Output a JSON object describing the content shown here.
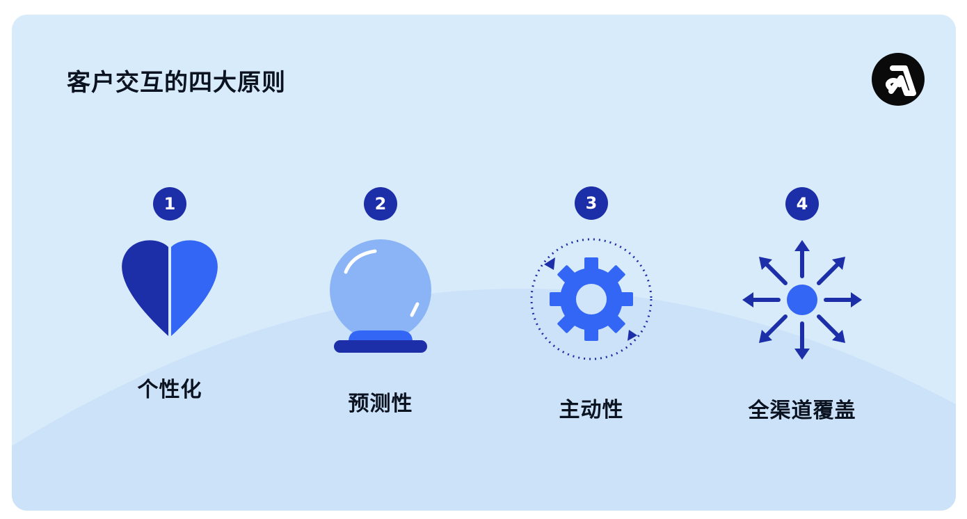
{
  "title": "客户交互的四大原则",
  "brand": {
    "logo": "adobe-a-logo"
  },
  "principles": [
    {
      "number": "1",
      "label": "个性化",
      "icon": "heart-icon"
    },
    {
      "number": "2",
      "label": "预测性",
      "icon": "crystal-ball-icon"
    },
    {
      "number": "3",
      "label": "主动性",
      "icon": "gear-cycle-icon"
    },
    {
      "number": "4",
      "label": "全渠道覆盖",
      "icon": "omnichannel-arrows-icon"
    }
  ],
  "colors": {
    "background": "#d8ebfb",
    "arc": "#cce2f9",
    "dark_blue": "#1c2ea8",
    "bright_blue": "#3366f5",
    "light_blue": "#8ab4f5"
  }
}
